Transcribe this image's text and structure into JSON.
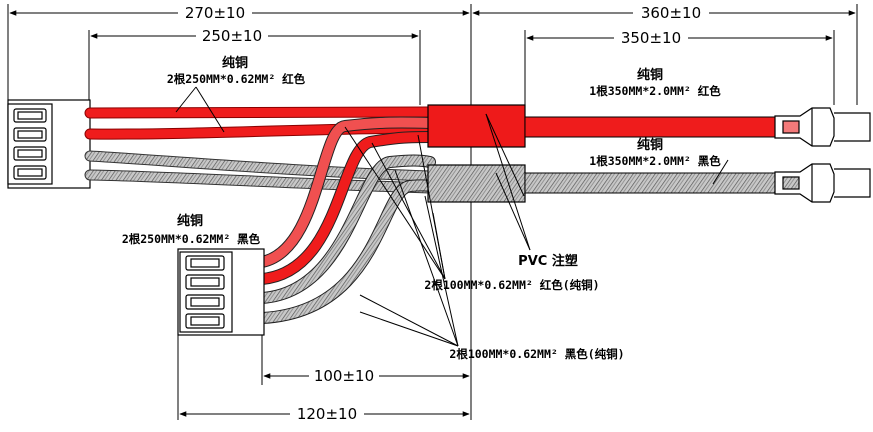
{
  "dimensions": {
    "total_left": "270±10",
    "total_right": "360±10",
    "inner_left": "250±10",
    "inner_right": "350±10",
    "branch_inner": "100±10",
    "branch_outer": "120±10"
  },
  "labels": {
    "red_top_material": "纯铜",
    "red_top_spec": "2根250MM*0.62MM² 红色",
    "red_out_material": "纯铜",
    "red_out_spec": "1根350MM*2.0MM² 红色",
    "black_out_material": "纯铜",
    "black_out_spec": "1根350MM*2.0MM² 黑色",
    "black_branch_material": "纯铜",
    "black_branch_spec": "2根250MM*0.62MM² 黑色",
    "overmold": "PVC 注塑",
    "red_branch_spec": "2根100MM*0.62MM² 红色(纯铜)",
    "black_branch2_spec": "2根100MM*0.62MM² 黑色(纯铜)"
  },
  "colors": {
    "red_wire": "#ef1c1c",
    "red_light": "#f47a7a",
    "sleeve": "#ee1a1a",
    "mesh": "#9a9a9a",
    "line": "#000000"
  }
}
